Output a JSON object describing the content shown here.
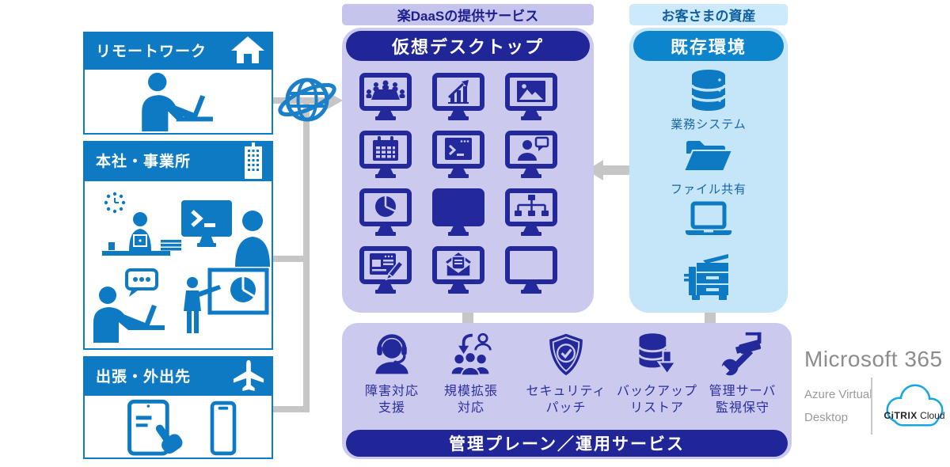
{
  "colors": {
    "azure": "#0e7ac4",
    "navy_icon": "#23289b",
    "pill_navy": "#202697",
    "pill_blue": "#0d85cd",
    "panel_lavender": "#cbcaee",
    "header_lavender": "#c5c4ec",
    "panel_blue": "#c4e6f8",
    "header_blue": "#cdeafc",
    "connector_gray": "#c6c6c6",
    "label_blue": "#1a64aa",
    "microsoft_gray": "#8c8c8c",
    "citrix_blue": "#17a6e2"
  },
  "left_panels": [
    {
      "title": "リモートワーク",
      "header_icon": "house-icon",
      "body_icons": [
        "person-laptop-icon"
      ]
    },
    {
      "title": "本社・事業所",
      "header_icon": "building-icon",
      "body_icons": [
        "person-desk-clock-icon",
        "person-terminal-monitor-icon",
        "person-chat-laptop-icon",
        "presenter-whiteboard-icon"
      ]
    },
    {
      "title": "出張・外出先",
      "header_icon": "airplane-icon",
      "body_icons": [
        "tablet-touch-icon",
        "smartphone-icon"
      ]
    }
  ],
  "network": {
    "icon": "globe-icon"
  },
  "service_column": {
    "header": "楽DaaSの提供サービス",
    "panel_title": "仮想デスクトップ",
    "desktop_tiles": [
      "meeting",
      "bar-chart",
      "photo",
      "calendar",
      "terminal",
      "video-call",
      "pie-chart",
      "screen-filled",
      "org-chart",
      "web-edit",
      "mail",
      "screen-blank"
    ]
  },
  "customer_column": {
    "header": "お客さまの資産",
    "panel_title": "既存環境",
    "items": [
      {
        "icon": "database-icon",
        "label": "業務システム"
      },
      {
        "icon": "folder-icon",
        "label": "ファイル共有"
      },
      {
        "icon": "laptop-icon",
        "label": ""
      },
      {
        "icon": "copier-icon",
        "label": ""
      }
    ]
  },
  "management_panel": {
    "title": "管理プレーン／運用サービス",
    "services": [
      {
        "icon": "headset-operator-icon",
        "label_line1": "障害対応",
        "label_line2": "支援"
      },
      {
        "icon": "user-group-scale-icon",
        "label_line1": "規模拡張",
        "label_line2": "対応"
      },
      {
        "icon": "shield-check-icon",
        "label_line1": "セキュリティ",
        "label_line2": "パッチ"
      },
      {
        "icon": "database-backup-icon",
        "label_line1": "バックアップ",
        "label_line2": "リストア"
      },
      {
        "icon": "wrench-camera-icon",
        "label_line1": "管理サーバ",
        "label_line2": "監視保守"
      }
    ]
  },
  "partners": {
    "microsoft": "Microsoft 365",
    "azure_line1": "Azure Virtual",
    "azure_line2": "Desktop",
    "citrix_brand": "CiTRIX",
    "citrix_product": "Cloud"
  }
}
